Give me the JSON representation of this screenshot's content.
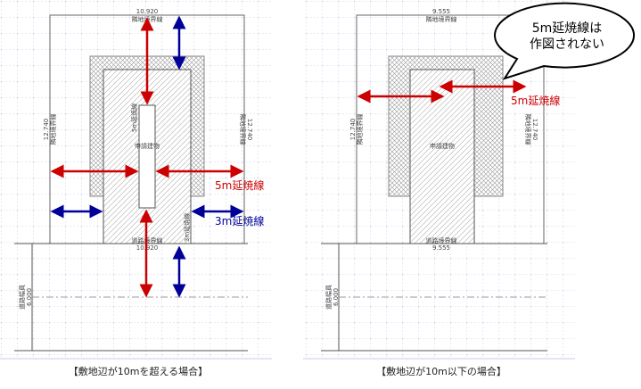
{
  "colors": {
    "red": "#cc0000",
    "blue": "#000099",
    "grid": "#c8c8ee"
  },
  "left": {
    "top_dim": "10.920",
    "top_label": "隣地境界線",
    "side_dim": "12.740",
    "side_label": "隣地境界線",
    "right_dim": "12.740",
    "right_label": "隣地境界線",
    "small_5m": "5m延焼線",
    "building": "申請建物",
    "small_3m": "3m延焼線",
    "road_label": "道路境界線",
    "road_dim": "10.920",
    "road_width_label": "道路幅員",
    "road_width": "6.000",
    "label_5m": "5m延焼線",
    "label_3m": "3m延焼線",
    "caption": "【敷地辺が10mを超える場合】"
  },
  "right": {
    "top_dim": "9.555",
    "top_label": "隣地境界線",
    "side_dim": "12.740",
    "side_label": "隣地境界線",
    "right_dim": "12.740",
    "right_label": "隣地境界線",
    "building": "申請建物",
    "road_label": "道路境界線",
    "road_dim": "9.555",
    "road_width_label": "道路幅員",
    "road_width": "6.000",
    "label_5m": "5m延焼線",
    "bubble_line1": "5m延焼線は",
    "bubble_line2": "作図されない",
    "caption": "【敷地辺が10m以下の場合】"
  }
}
